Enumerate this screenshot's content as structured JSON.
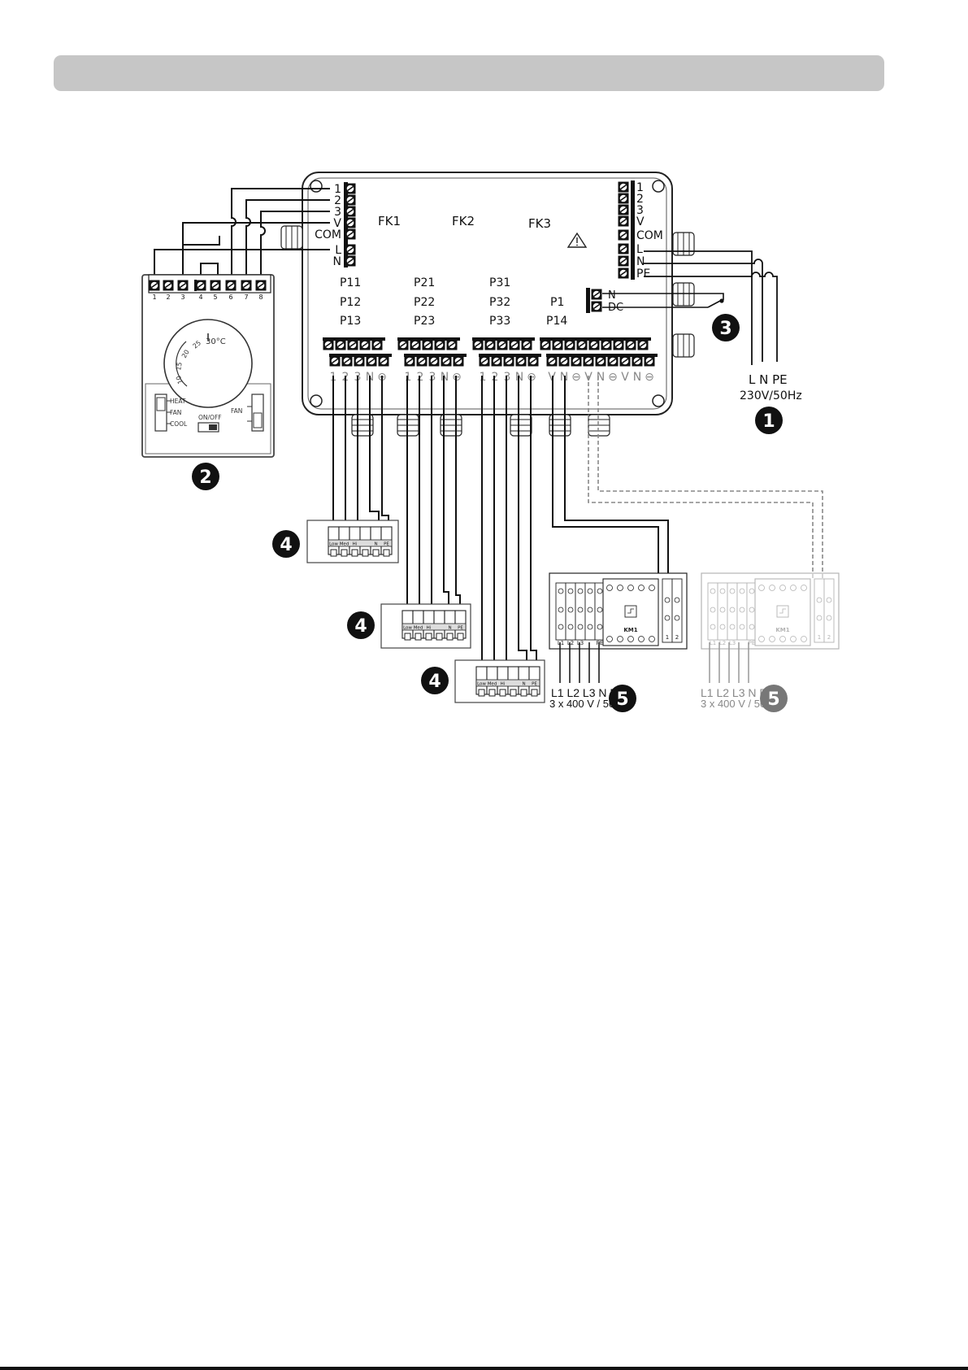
{
  "control_box": {
    "left_terminals": [
      "1",
      "2",
      "3",
      "V",
      "COM",
      "L",
      "N"
    ],
    "right_terminals": [
      "1",
      "2",
      "3",
      "V",
      "COM",
      "L",
      "N",
      "PE"
    ],
    "fan_labels": [
      "FK1",
      "FK2",
      "FK3"
    ],
    "relay_labels": [
      "P11",
      "P12",
      "P13",
      "P21",
      "P22",
      "P23",
      "P31",
      "P32",
      "P33",
      "P1",
      "P14"
    ],
    "dc_terminals": [
      "N",
      "DC"
    ],
    "bottom_group_labels": [
      "1",
      "2",
      "3",
      "N",
      "⊖"
    ],
    "right_bottom_labels": [
      "V",
      "N",
      "⊖",
      "V",
      "N",
      "⊖",
      "V",
      "N",
      "⊖"
    ]
  },
  "power_supply": {
    "terminals": "L N PE",
    "rating": "230V/50Hz"
  },
  "thermostat": {
    "terminal_numbers": [
      "1",
      "2",
      "3",
      "4",
      "5",
      "6",
      "7",
      "8"
    ],
    "dial_temp": "30°C",
    "dial_scale": [
      "25",
      "20",
      "15",
      "10"
    ],
    "mode_labels": [
      "HEAT",
      "FAN",
      "COOL"
    ],
    "onoff_label": "ON/OFF",
    "fan_label": "FAN"
  },
  "fan_units": {
    "terminal_labels": [
      "Low",
      "Med",
      "Hi",
      "",
      "N",
      "PE"
    ]
  },
  "contactor": {
    "label": "KM1",
    "phase_labels": [
      "L1",
      "L2",
      "L3",
      "",
      "PE"
    ],
    "aux_labels": [
      "1",
      "2"
    ],
    "wires": "L1 L2 L3 N PE",
    "rating": "3 x 400 V / 50 Hz"
  },
  "contactor_optional": {
    "label": "KM1",
    "phase_labels": [
      "L1",
      "L2",
      "L3",
      "",
      "PE"
    ],
    "aux_labels": [
      "1",
      "2"
    ],
    "wires": "L1 L2 L3 N PE",
    "rating": "3 x 400 V / 50 Hz"
  },
  "callouts": [
    "1",
    "2",
    "3",
    "4",
    "5"
  ]
}
